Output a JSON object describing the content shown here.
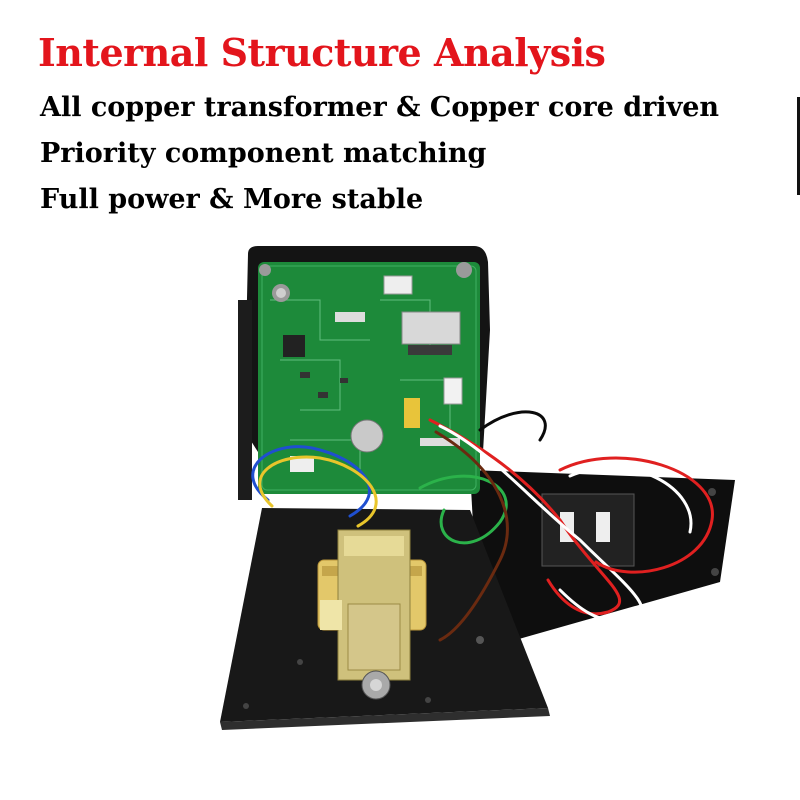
{
  "headline": "Internal Structure Analysis",
  "features": [
    "All copper transformer & Copper core driven",
    "Priority component matching",
    "Full power & More stable"
  ],
  "colors": {
    "headline": "#e3151c",
    "text": "#000000",
    "pcb": "#1d8a3a",
    "housing": "#151515",
    "transformer_coil": "#e3c86a"
  }
}
